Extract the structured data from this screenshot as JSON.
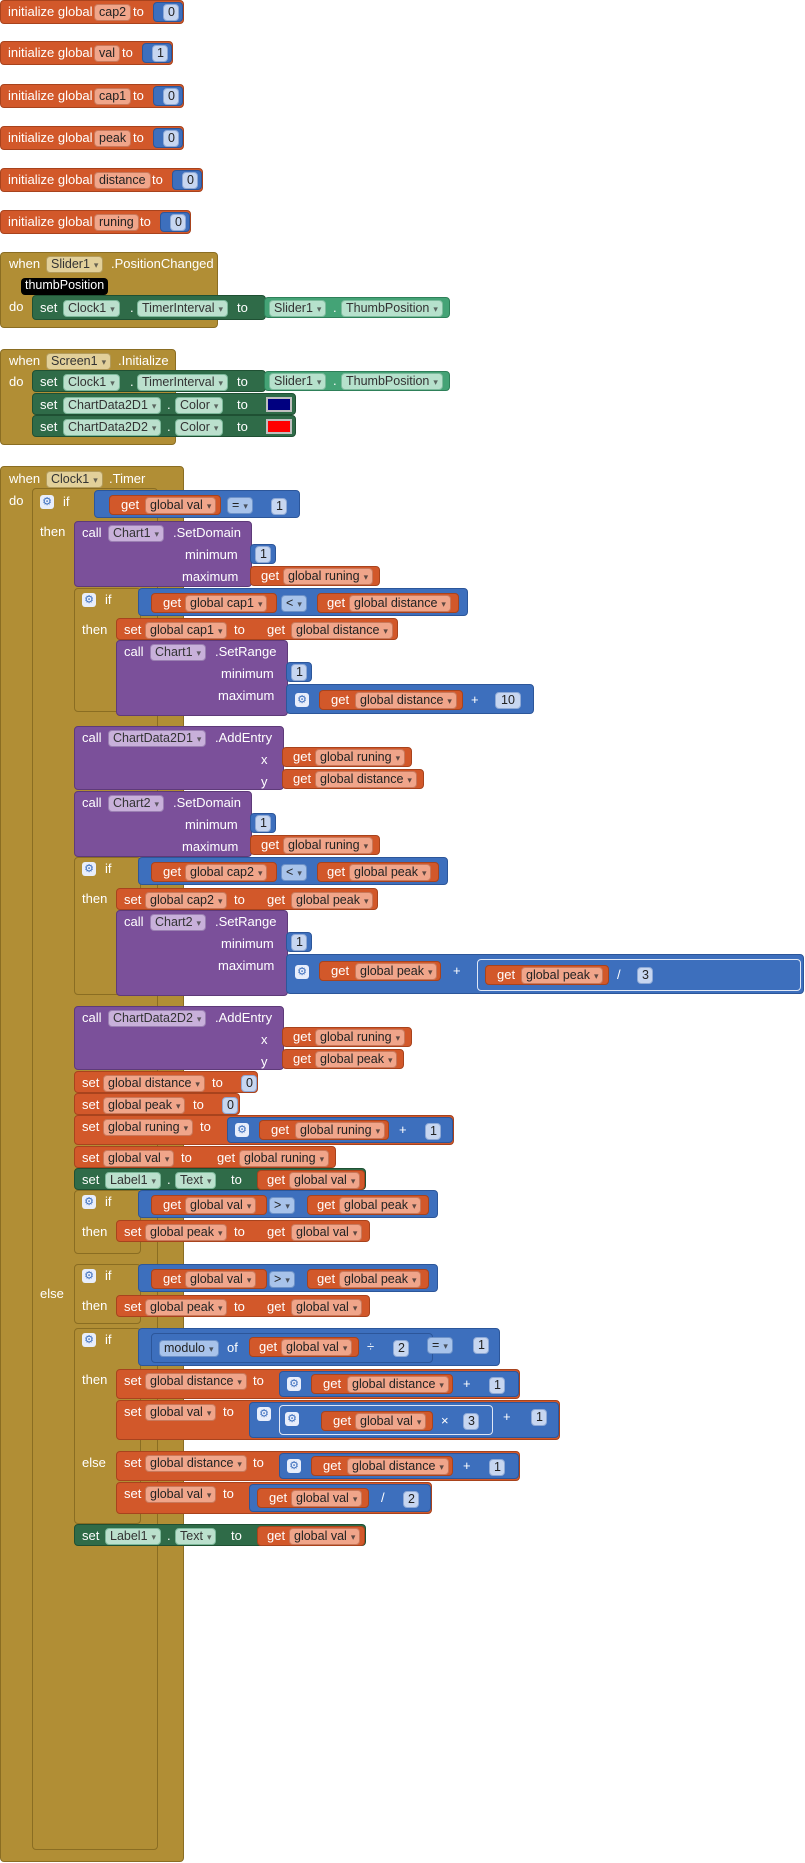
{
  "inits": [
    {
      "kw": "initialize global",
      "name": "cap2",
      "to": "to",
      "val": "0"
    },
    {
      "kw": "initialize global",
      "name": "val",
      "to": "to",
      "val": "1"
    },
    {
      "kw": "initialize global",
      "name": "cap1",
      "to": "to",
      "val": "0"
    },
    {
      "kw": "initialize global",
      "name": "peak",
      "to": "to",
      "val": "0"
    },
    {
      "kw": "initialize global",
      "name": "distance",
      "to": "to",
      "val": "0"
    },
    {
      "kw": "initialize global",
      "name": "runing",
      "to": "to",
      "val": "0"
    }
  ],
  "kw": {
    "when": "when",
    "do": "do",
    "set": "set",
    "to": "to",
    "get": "get",
    "call": "call",
    "if": "if",
    "then": "then",
    "else": "else",
    "dot": ".",
    "of": "of",
    "minimum": "minimum",
    "maximum": "maximum",
    "x": "x",
    "y": "y",
    "plus": "+",
    "div": "/",
    "times": "×",
    "divide": "÷"
  },
  "ev1": {
    "comp": "Slider1",
    "event": ".PositionChanged",
    "param": "thumbPosition",
    "set_comp": "Clock1",
    "set_prop": "TimerInterval",
    "src_comp": "Slider1",
    "src_prop": "ThumbPosition"
  },
  "ev2": {
    "comp": "Screen1",
    "event": ".Initialize",
    "rows": [
      {
        "comp": "Clock1",
        "prop": "TimerInterval",
        "src_comp": "Slider1",
        "src_prop": "ThumbPosition"
      },
      {
        "comp": "ChartData2D1",
        "prop": "Color",
        "color": "#000080"
      },
      {
        "comp": "ChartData2D2",
        "prop": "Color",
        "color": "#ff0000"
      }
    ]
  },
  "ev3": {
    "comp": "Clock1",
    "event": ".Timer",
    "global": {
      "val": "global val",
      "runing": "global runing",
      "distance": "global distance",
      "cap1": "global cap1",
      "cap2": "global cap2",
      "peak": "global peak"
    },
    "ops": {
      "eq": "=",
      "lt": "<",
      "gt": ">",
      "modulo": "modulo"
    },
    "nums": {
      "one": "1",
      "two": "2",
      "three": "3",
      "ten": "10"
    },
    "chart1": "Chart1",
    "chart2": "Chart2",
    "set_domain": ".SetDomain",
    "set_range": ".SetRange",
    "data1": "ChartData2D1",
    "data2": "ChartData2D2",
    "add_entry": ".AddEntry",
    "label": "Label1",
    "text_prop": "Text"
  }
}
